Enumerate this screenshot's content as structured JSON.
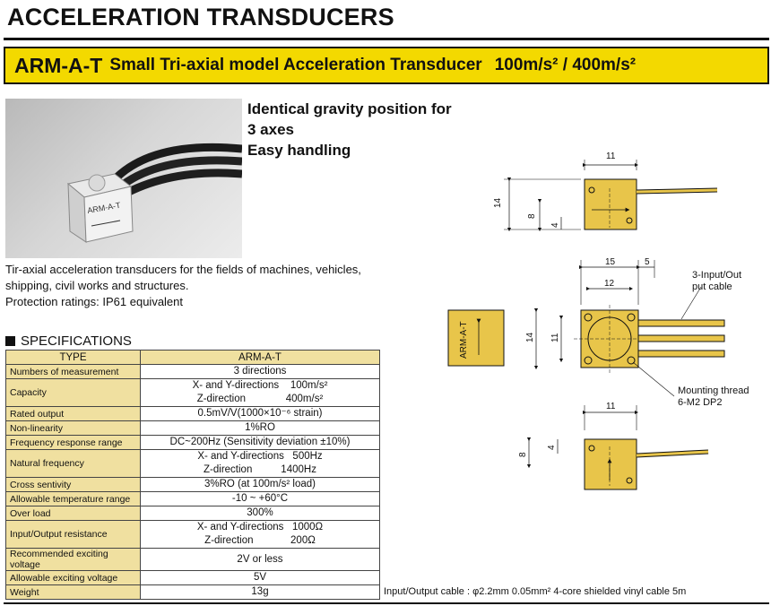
{
  "page_title": "ACCELERATION TRANSDUCERS",
  "band": {
    "model": "ARM-A-T",
    "description": "Small Tri-axial model Acceleration Transducer",
    "range": "100m/s² / 400m/s²"
  },
  "photo": {
    "label": "ARM-A-T"
  },
  "features": [
    "Identical gravity position for",
    "3 axes",
    "Easy handling"
  ],
  "intro": "Tir-axial acceleration transducers for the fields of machines, vehicles, shipping, civil works and structures.",
  "protection": "Protection ratings: IP61 equivalent",
  "spec_heading": "SPECIFICATIONS",
  "spec_table": {
    "header": [
      "TYPE",
      "ARM-A-T"
    ],
    "rows": [
      {
        "label": "Numbers of measurement",
        "lines": [
          "3 directions"
        ]
      },
      {
        "label": "Capacity",
        "lines": [
          "X- and Y-directions    100m/s²",
          "Z-direction              400m/s²"
        ]
      },
      {
        "label": "Rated output",
        "lines": [
          "0.5mV/V(1000×10⁻⁶ strain)"
        ]
      },
      {
        "label": "Non-linearity",
        "lines": [
          "1%RO"
        ]
      },
      {
        "label": "Frequency response range",
        "lines": [
          "DC~200Hz (Sensitivity deviation ±10%)"
        ]
      },
      {
        "label": "Natural frequency",
        "lines": [
          "X- and Y-directions   500Hz",
          "Z-direction          1400Hz"
        ]
      },
      {
        "label": "Cross sentivity",
        "lines": [
          "3%RO (at 100m/s² load)"
        ]
      },
      {
        "label": "Allowable temperature range",
        "lines": [
          "-10 ~ +60°C"
        ]
      },
      {
        "label": "Over load",
        "lines": [
          "300%"
        ]
      },
      {
        "label": "Input/Output resistance",
        "lines": [
          "X- and Y-directions   1000Ω",
          "Z-direction             200Ω"
        ]
      },
      {
        "label": "Recommended exciting voltage",
        "lines": [
          "2V or less"
        ]
      },
      {
        "label": "Allowable exciting voltage",
        "lines": [
          "5V"
        ]
      },
      {
        "label": "Weight",
        "lines": [
          "13g"
        ]
      }
    ]
  },
  "cable_note": "Input/Output cable : φ2.2mm  0.05mm²  4-core shielded vinyl cable 5m",
  "drawing": {
    "top_view": {
      "width": "11",
      "height": "14",
      "dim_8": "8",
      "dim_4": "4"
    },
    "front_view": {
      "width_15": "15",
      "width_5": "5",
      "width_12": "12",
      "height_14": "14",
      "height_11": "11"
    },
    "side_label": "ARM-A-T",
    "callout_cable": [
      "3-Input/Out",
      "put cable"
    ],
    "callout_thread": [
      "Mounting thread",
      "6-M2 DP2"
    ],
    "bottom_view": {
      "width": "11",
      "dim_8": "8",
      "dim_4": "4"
    }
  },
  "colors": {
    "band": "#f3d900",
    "table_label_bg": "#f0e0a0",
    "drawing_fill": "#e8c54a"
  }
}
